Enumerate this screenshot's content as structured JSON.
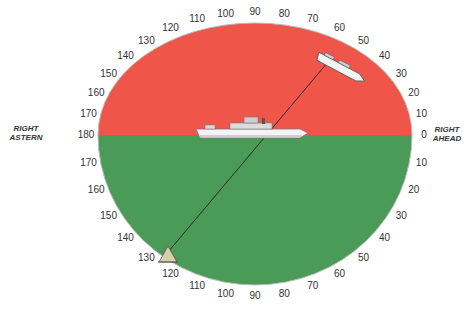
{
  "diagram": {
    "labels": [
      "RIGHT ASTERN",
      "RIGHT AHEAD",
      "0",
      "10",
      "20",
      "30",
      "40",
      "50",
      "60",
      "70",
      "80",
      "90",
      "100",
      "110",
      "120",
      "130",
      "140",
      "150",
      "160",
      "170",
      "180",
      "10",
      "20",
      "30",
      "40",
      "50",
      "60",
      "70",
      "80",
      "90",
      "100",
      "110",
      "120",
      "130",
      "140",
      "150",
      "160",
      "170"
    ]
  }
}
